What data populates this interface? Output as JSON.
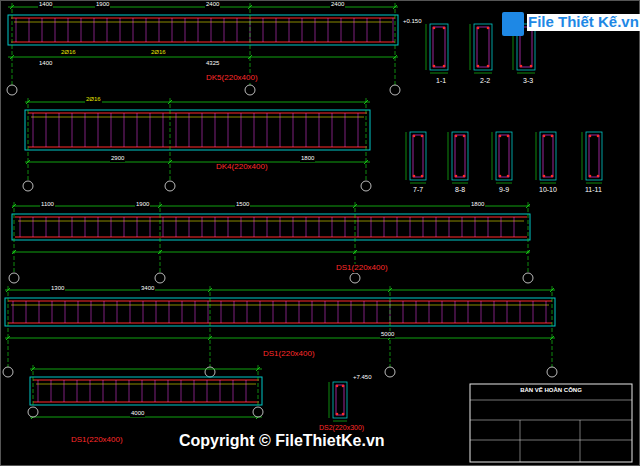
{
  "diagram": {
    "nodes": [
      {
        "text": [
          "BẢN VẼ HOÀN CÔNG"
        ]
      }
    ],
    "labels": [
      "DK5(220x400)",
      "DK4(220x400)",
      "DS1(220x400)",
      "DS1(220x400)",
      "DS1(220x400)",
      "DS2(220x300)",
      "1-1",
      "2-2",
      "3-3",
      "7-7",
      "8-8",
      "9-9",
      "10-10",
      "11-11",
      "1400",
      "1900",
      "2400",
      "2400",
      "4325",
      "1400",
      "2Ø16",
      "2Ø16",
      "+0.150",
      "2Ø16",
      "2900",
      "1800",
      "1100",
      "1900",
      "1500",
      "1800",
      "1300",
      "3400",
      "5000",
      "4000",
      "+7.450",
      "Copyright © FileThietKe.vn",
      "File Thiết Kế.vn"
    ]
  }
}
